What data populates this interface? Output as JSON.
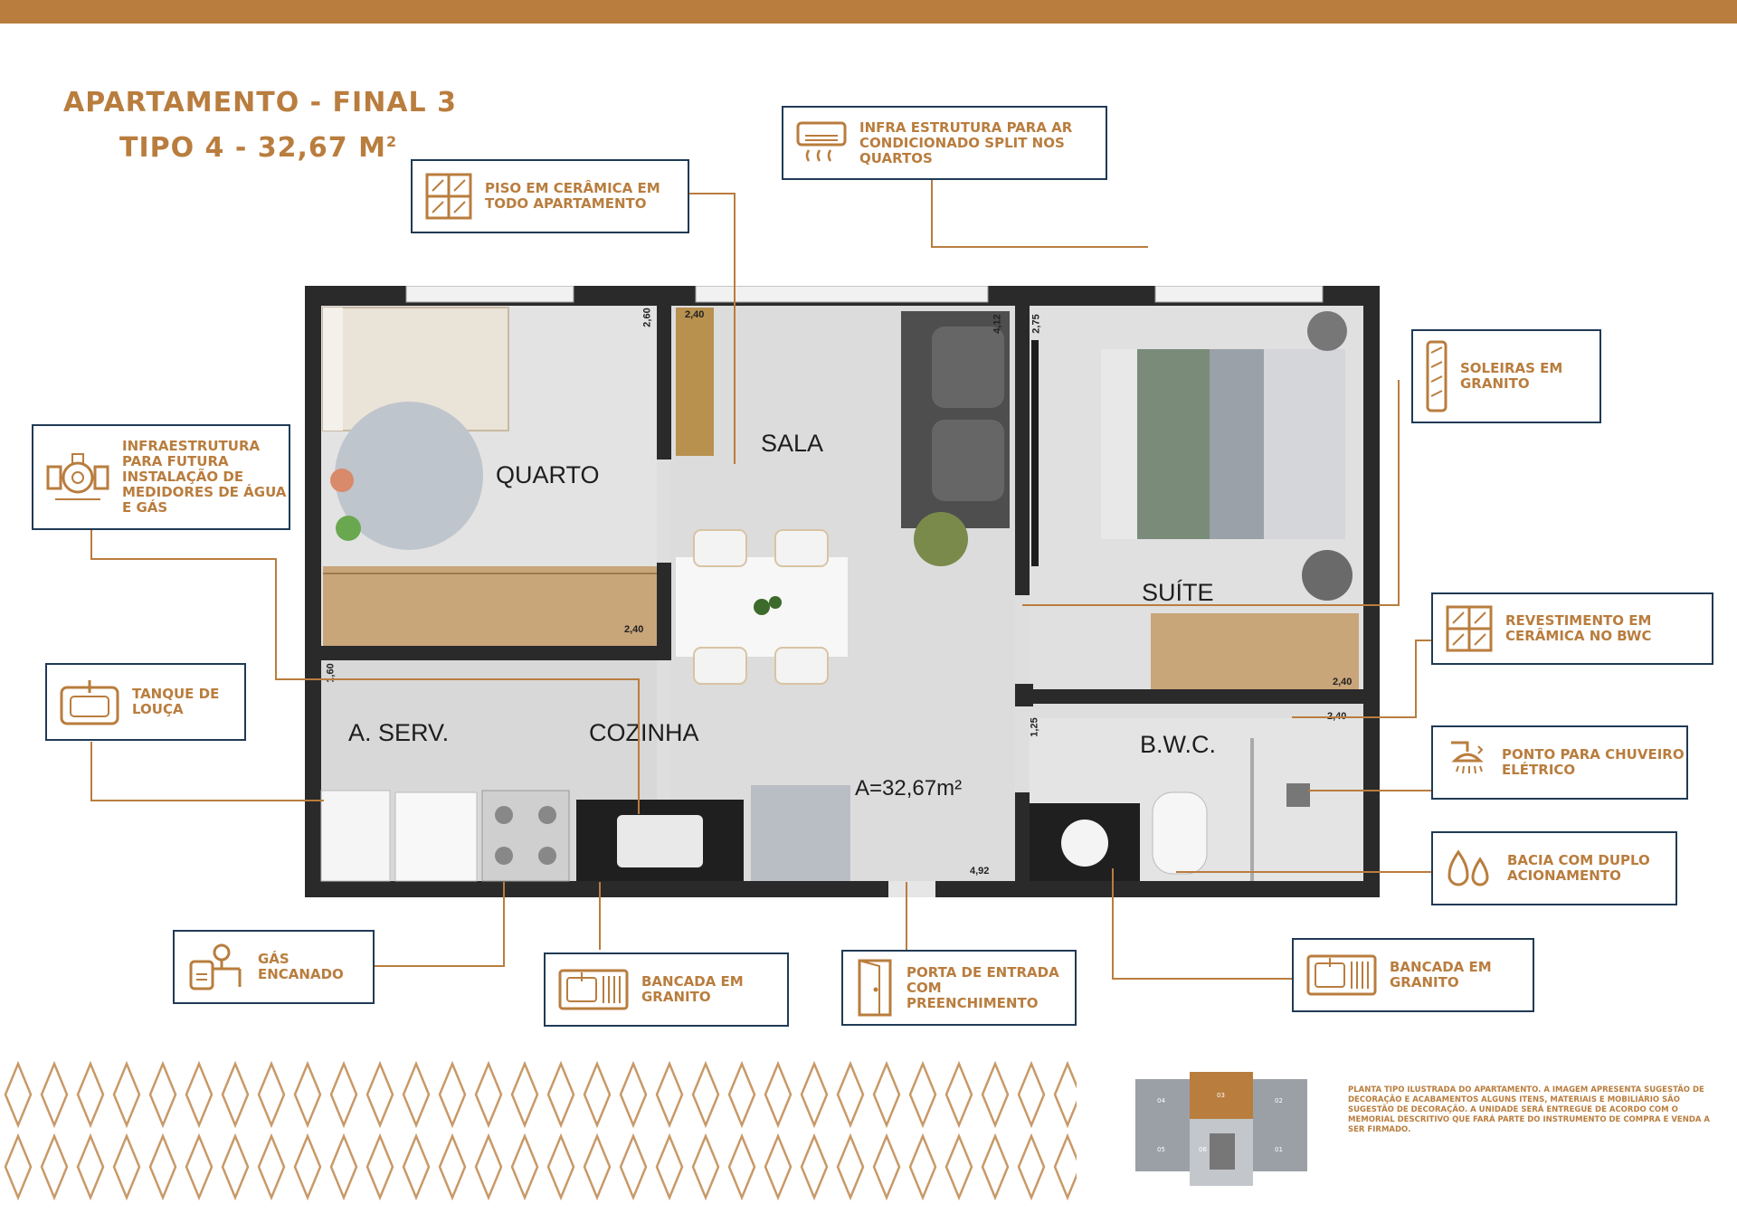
{
  "header": {
    "title_line1": "APARTAMENTO - FINAL 3",
    "title_line2": "TIPO 4 - 32,67 M",
    "title_sup": "2"
  },
  "colors": {
    "accent": "#b97d3e",
    "border": "#203a55",
    "wall": "#2a2a2a"
  },
  "rooms": {
    "quarto": "QUARTO",
    "sala": "SALA",
    "suite": "SUÍTE",
    "aserv": "A. SERV.",
    "cozinha": "COZINHA",
    "bwc": "B.W.C.",
    "area": "A=32,67m²"
  },
  "dimensions": {
    "d1": "2,60",
    "d2": "2,40",
    "d3": "4,12",
    "d4": "2,75",
    "d5": "2,40",
    "d6": "1,60",
    "d7": "2,40",
    "d8": "2,40",
    "d9": "1,25",
    "d10": "4,92"
  },
  "callouts": {
    "piso": {
      "text": "PISO EM CERÂMICA EM TODO APARTAMENTO",
      "icon": "tile-icon"
    },
    "ar": {
      "text": "INFRA ESTRUTURA PARA AR CONDICIONADO SPLIT NOS QUARTOS",
      "icon": "air-conditioner-icon"
    },
    "soleiras": {
      "text": "SOLEIRAS EM GRANITO",
      "icon": "threshold-icon"
    },
    "medidores": {
      "text": "INFRAESTRUTURA PARA FUTURA INSTALAÇÃO DE MEDIDORES DE ÁGUA E GÁS",
      "icon": "meter-icon"
    },
    "revestimento": {
      "text": "REVESTIMENTO EM CERÂMICA NO BWC",
      "icon": "tile-icon"
    },
    "tanque": {
      "text": "TANQUE DE LOUÇA",
      "icon": "sink-icon"
    },
    "chuveiro": {
      "text": "PONTO PARA CHUVEIRO ELÉTRICO",
      "icon": "shower-icon"
    },
    "bacia": {
      "text": "BACIA COM DUPLO ACIONAMENTO",
      "icon": "water-drops-icon"
    },
    "gas": {
      "text": "GÁS ENCANADO",
      "icon": "gas-icon"
    },
    "bancada1": {
      "text": "BANCADA EM GRANITO",
      "icon": "countertop-icon"
    },
    "porta": {
      "text": "PORTA DE ENTRADA COM PREENCHIMENTO",
      "icon": "door-icon"
    },
    "bancada2": {
      "text": "BANCADA EM GRANITO",
      "icon": "countertop-icon"
    }
  },
  "disclaimer": "PLANTA TIPO ILUSTRADA DO APARTAMENTO. A IMAGEM APRESENTA SUGESTÃO DE DECORAÇÃO E ACABAMENTOS ALGUNS ITENS, MATERIAIS E MOBILIÁRIO SÃO SUGESTÃO DE DECORAÇÃO. A UNIDADE SERÁ ENTREGUE DE ACORDO COM O MEMORIAL DESCRITIVO QUE FARÁ PARTE DO INSTRUMENTO DE COMPRA E VENDA A SER FIRMADO.",
  "keymap": {
    "u1": "04",
    "u2": "03",
    "u3": "02",
    "u4": "05",
    "u5": "06",
    "u6": "01"
  }
}
